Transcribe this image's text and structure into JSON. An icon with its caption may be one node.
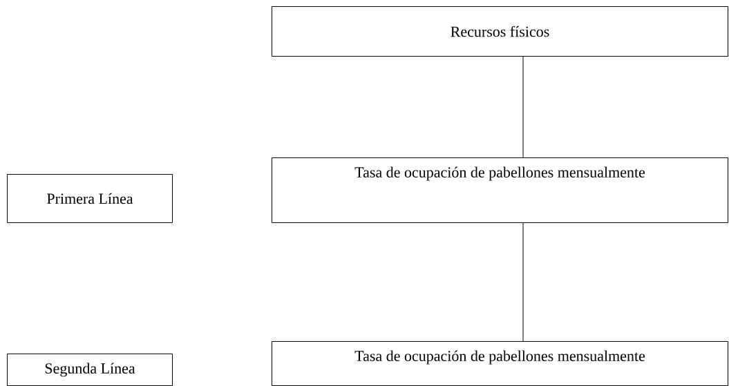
{
  "diagram": {
    "nodes": [
      {
        "text": [
          "Recursos físicos"
        ]
      },
      {
        "text": [
          "Primera Línea"
        ]
      },
      {
        "text": [
          "Tasa de ocupación de pabellones mensualmente"
        ]
      },
      {
        "text": [
          "Segunda Línea"
        ]
      },
      {
        "text": [
          "Tasa de ocupación de pabellones mensualmente"
        ]
      }
    ],
    "edges": [
      {
        "from": 0,
        "to": 2,
        "arrow": "none"
      },
      {
        "from": 2,
        "to": 4,
        "arrow": "none"
      }
    ]
  }
}
